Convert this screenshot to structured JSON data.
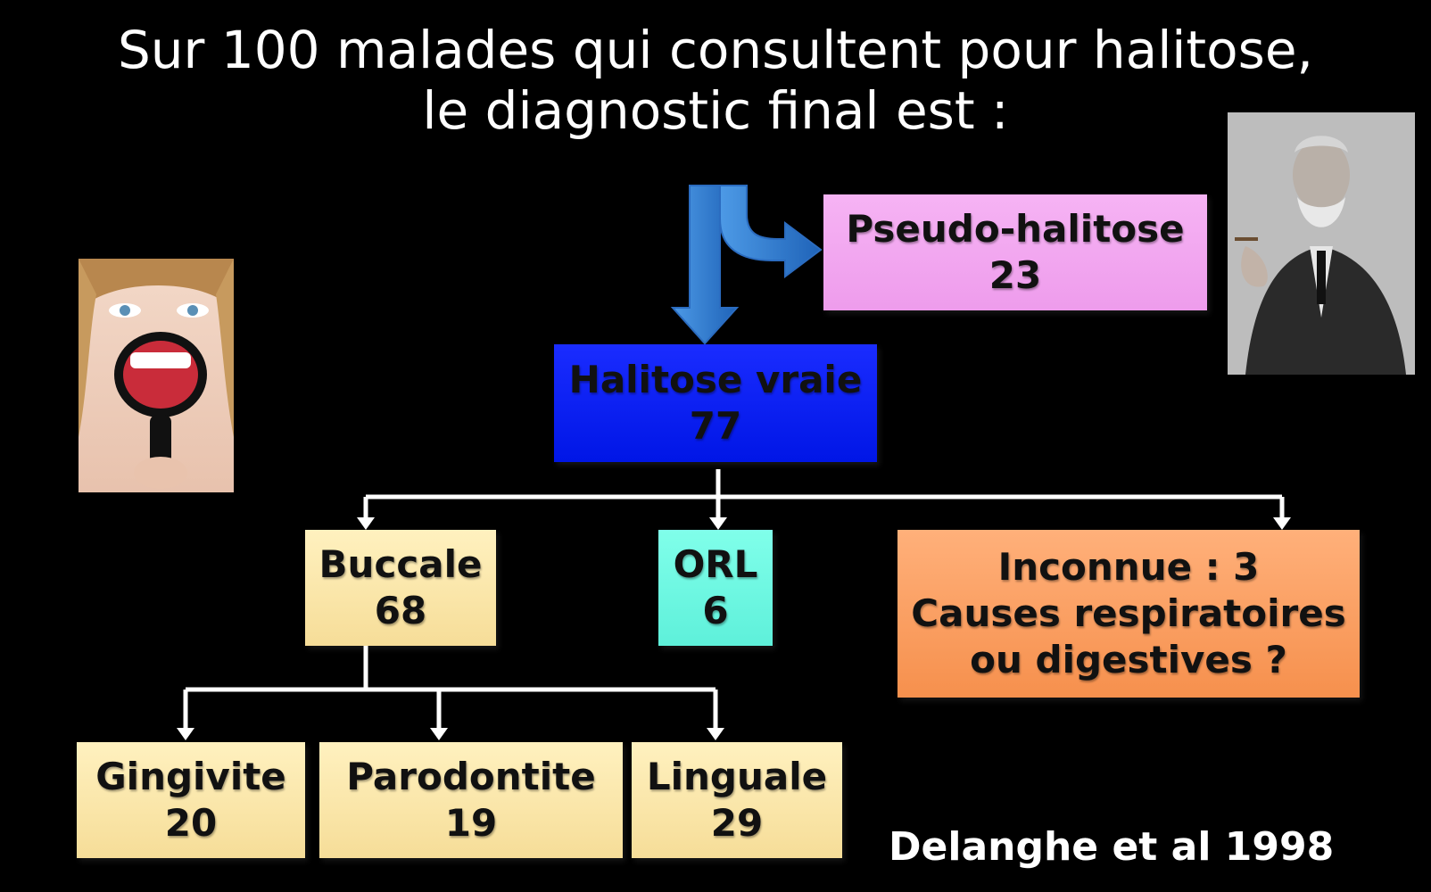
{
  "title": {
    "line1": "Sur 100 malades qui consultent pour halitose,",
    "line2": "le diagnostic final est :"
  },
  "nodes": {
    "pseudo": {
      "label": "Pseudo-halitose",
      "value": "23"
    },
    "vraie": {
      "label": "Halitose vraie",
      "value": "77"
    },
    "buccale": {
      "label": "Buccale",
      "value": "68"
    },
    "orl": {
      "label": "ORL",
      "value": "6"
    },
    "inconnue": {
      "line1": "Inconnue : 3",
      "line2": "Causes respiratoires",
      "line3": "ou digestives ?"
    },
    "gingivite": {
      "label": "Gingivite",
      "value": "20"
    },
    "parodontite": {
      "label": "Parodontite",
      "value": "19"
    },
    "linguale": {
      "label": "Linguale",
      "value": "29"
    }
  },
  "credit": "Delanghe et al 1998",
  "colors": {
    "pseudo": "#f2a6f0",
    "vraie": "#0a1ff5",
    "buccale": "#f9e4a8",
    "orl": "#6ff7e0",
    "inconnue": "#f9a062",
    "arrow_blue": "#2f7fd6"
  }
}
